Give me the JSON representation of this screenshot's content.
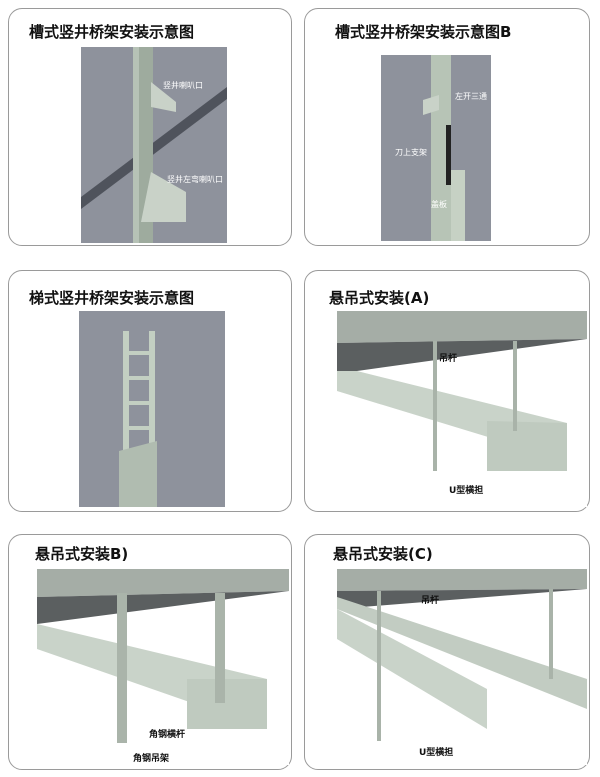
{
  "panels": [
    {
      "title": "槽式竖井桥架安装示意图",
      "labels": [
        "竖井喇叭口",
        "竖井左弯喇叭口"
      ]
    },
    {
      "title": "槽式竖井桥架安装示意图B",
      "labels": [
        "左开三通",
        "刀上支架",
        "盖板"
      ]
    },
    {
      "title": "梯式竖井桥架安装示意图",
      "labels": []
    },
    {
      "title": "悬吊式安装(A)",
      "labels": [
        "吊杆",
        "U型横担"
      ]
    },
    {
      "title": "悬吊式安装B)",
      "labels": [
        "角钢横杆",
        "角钢吊架"
      ]
    },
    {
      "title": "悬吊式安装(C)",
      "labels": [
        "吊杆",
        "U型横担"
      ]
    }
  ]
}
